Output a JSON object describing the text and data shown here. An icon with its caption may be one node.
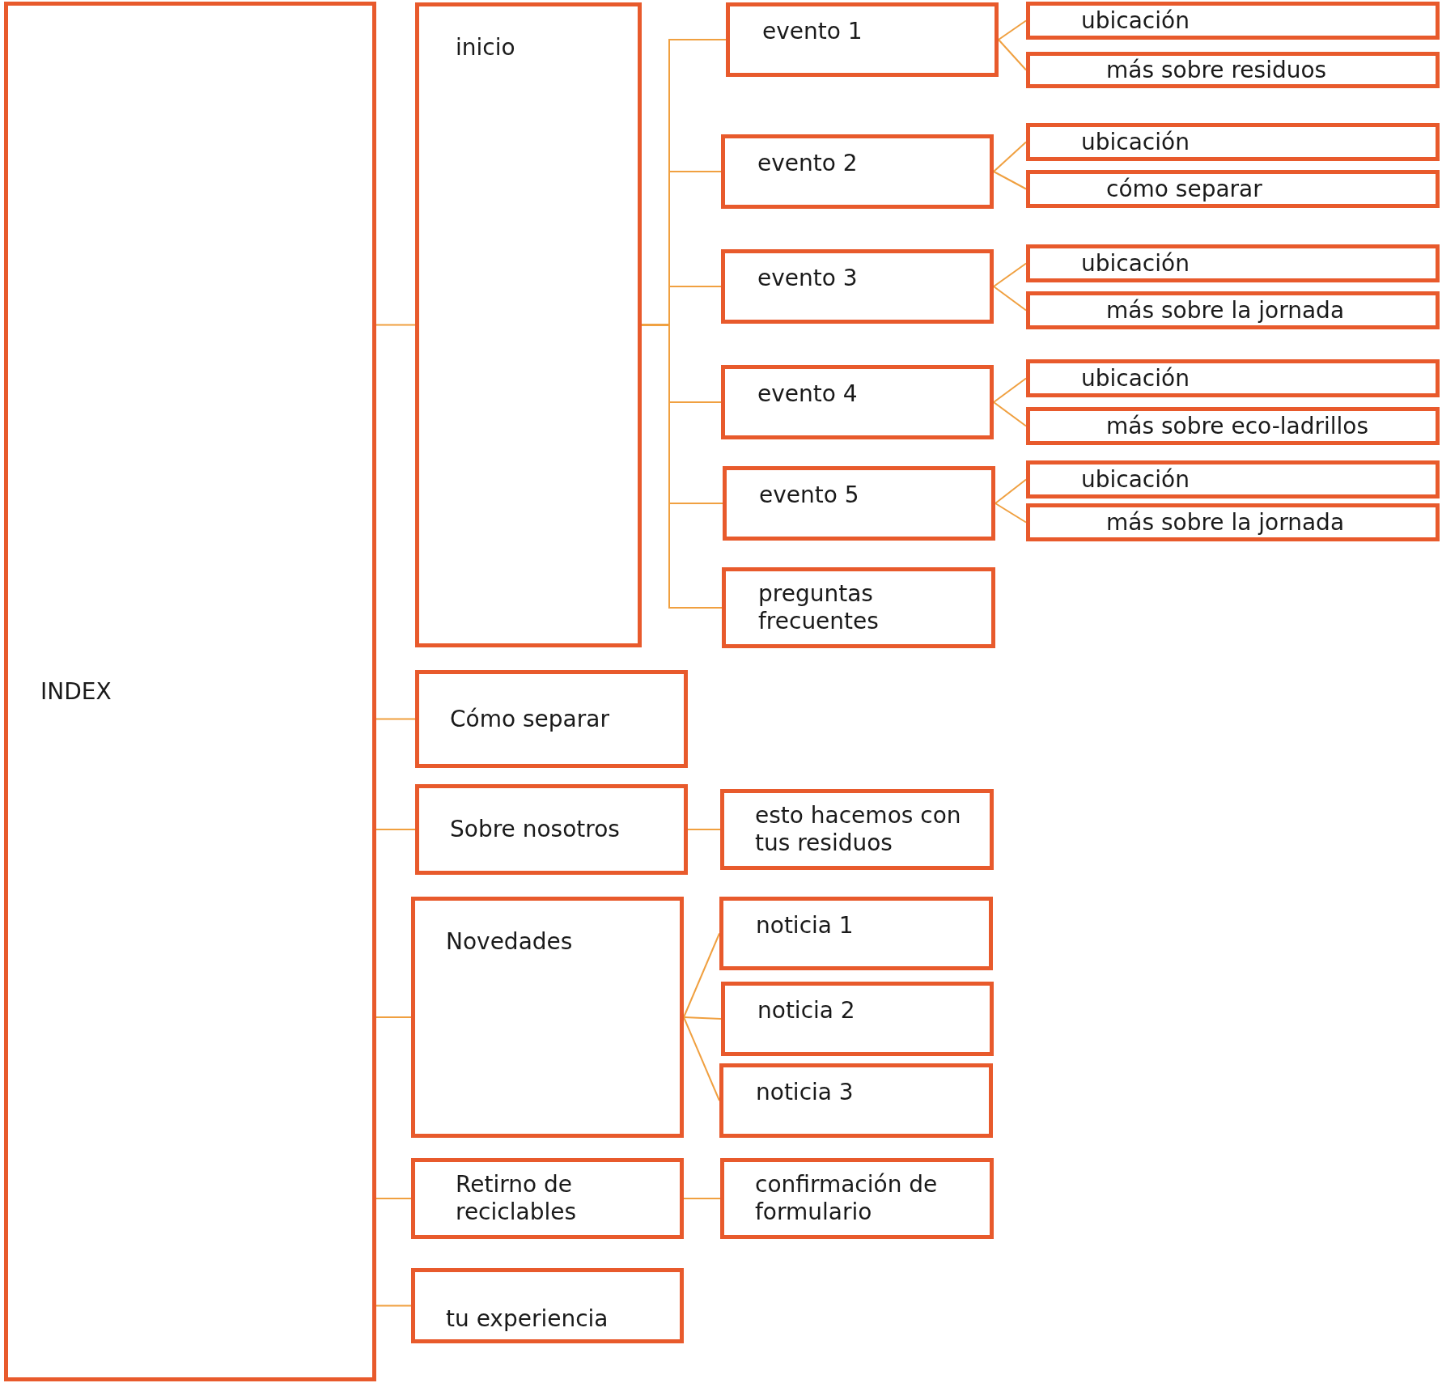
{
  "diagram": {
    "nodes": [
      {
        "text": [
          "INDEX"
        ]
      },
      {
        "text": [
          "inicio"
        ]
      },
      {
        "text": [
          "evento 1"
        ]
      },
      {
        "text": [
          "ubicación"
        ]
      },
      {
        "text": [
          "más sobre residuos"
        ]
      },
      {
        "text": [
          "evento 2"
        ]
      },
      {
        "text": [
          "ubicación"
        ]
      },
      {
        "text": [
          "cómo separar"
        ]
      },
      {
        "text": [
          "evento 3"
        ]
      },
      {
        "text": [
          "ubicación"
        ]
      },
      {
        "text": [
          "más sobre la jornada"
        ]
      },
      {
        "text": [
          "evento 4"
        ]
      },
      {
        "text": [
          "ubicación"
        ]
      },
      {
        "text": [
          "más sobre eco-ladrillos"
        ]
      },
      {
        "text": [
          "evento 5"
        ]
      },
      {
        "text": [
          "ubicación"
        ]
      },
      {
        "text": [
          "más sobre la jornada"
        ]
      },
      {
        "text": [
          "preguntas frecuentes"
        ]
      },
      {
        "text": [
          "Cómo separar"
        ]
      },
      {
        "text": [
          "Sobre nosotros"
        ]
      },
      {
        "text": [
          "esto hacemos con tus residuos"
        ]
      },
      {
        "text": [
          "Novedades"
        ]
      },
      {
        "text": [
          "noticia 1"
        ]
      },
      {
        "text": [
          "noticia 2"
        ]
      },
      {
        "text": [
          "noticia 3"
        ]
      },
      {
        "text": [
          "Retirno de reciclables"
        ]
      },
      {
        "text": [
          "confirmación de formulario"
        ]
      },
      {
        "text": [
          "tu experiencia"
        ]
      }
    ],
    "edges": [
      {
        "from": 0,
        "to": 1,
        "arrow": "none"
      },
      {
        "from": 1,
        "to": 2,
        "arrow": "none"
      },
      {
        "from": 2,
        "to": 3,
        "arrow": "none"
      },
      {
        "from": 2,
        "to": 4,
        "arrow": "none"
      },
      {
        "from": 1,
        "to": 5,
        "arrow": "none"
      },
      {
        "from": 5,
        "to": 6,
        "arrow": "none"
      },
      {
        "from": 5,
        "to": 7,
        "arrow": "none"
      },
      {
        "from": 1,
        "to": 8,
        "arrow": "none"
      },
      {
        "from": 8,
        "to": 9,
        "arrow": "none"
      },
      {
        "from": 8,
        "to": 10,
        "arrow": "none"
      },
      {
        "from": 1,
        "to": 11,
        "arrow": "none"
      },
      {
        "from": 11,
        "to": 12,
        "arrow": "none"
      },
      {
        "from": 11,
        "to": 13,
        "arrow": "none"
      },
      {
        "from": 1,
        "to": 14,
        "arrow": "none"
      },
      {
        "from": 14,
        "to": 15,
        "arrow": "none"
      },
      {
        "from": 14,
        "to": 16,
        "arrow": "none"
      },
      {
        "from": 1,
        "to": 17,
        "arrow": "none"
      },
      {
        "from": 0,
        "to": 18,
        "arrow": "none"
      },
      {
        "from": 0,
        "to": 19,
        "arrow": "none"
      },
      {
        "from": 19,
        "to": 20,
        "arrow": "none"
      },
      {
        "from": 0,
        "to": 21,
        "arrow": "none"
      },
      {
        "from": 21,
        "to": 22,
        "arrow": "none"
      },
      {
        "from": 21,
        "to": 23,
        "arrow": "none"
      },
      {
        "from": 21,
        "to": 24,
        "arrow": "none"
      },
      {
        "from": 0,
        "to": 25,
        "arrow": "none"
      },
      {
        "from": 25,
        "to": 26,
        "arrow": "none"
      },
      {
        "from": 0,
        "to": 27,
        "arrow": "none"
      }
    ]
  }
}
